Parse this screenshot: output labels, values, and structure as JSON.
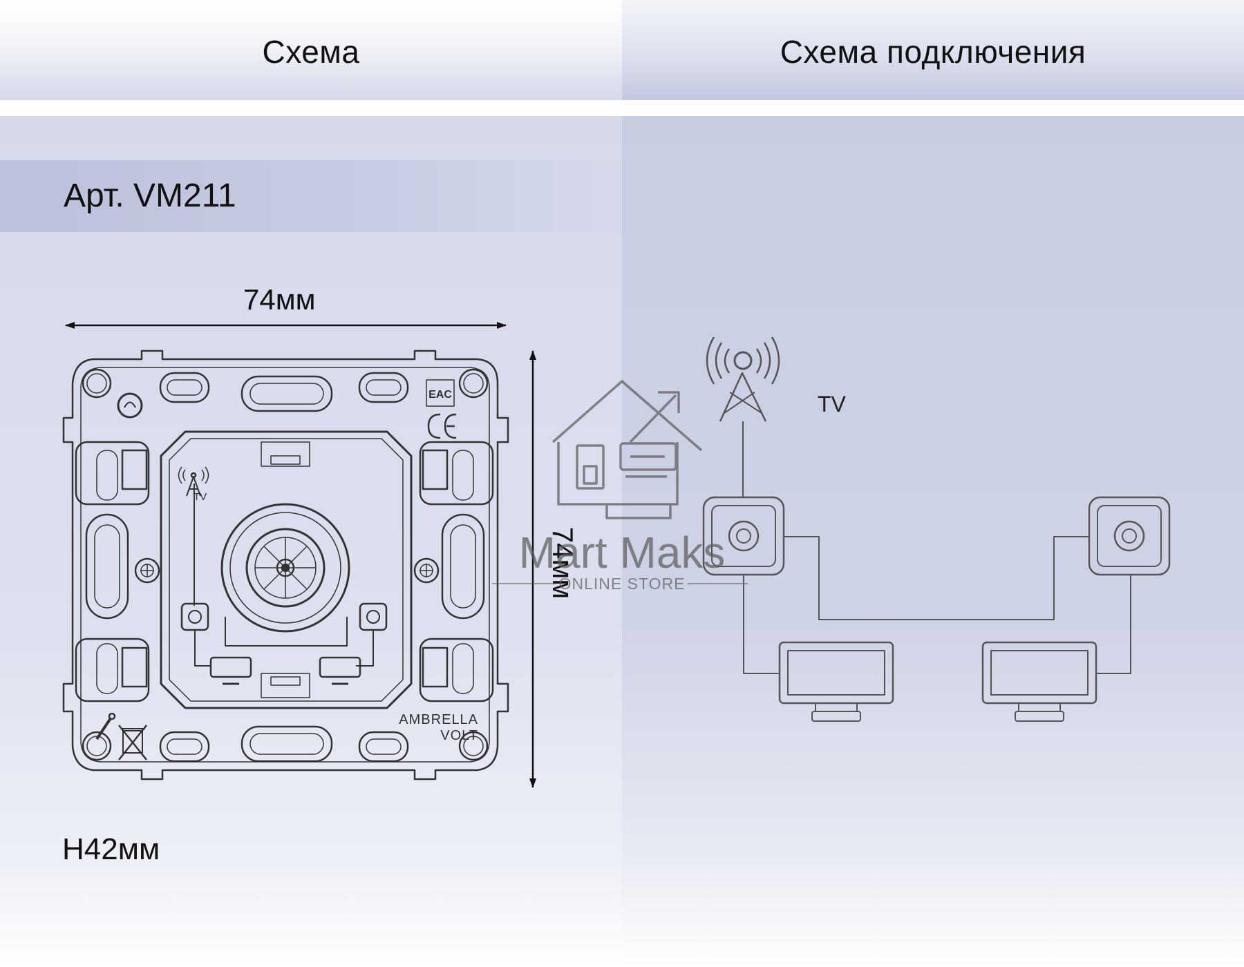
{
  "header": {
    "left_title": "Схема",
    "right_title": "Схема подключения"
  },
  "article": {
    "label": "Арт. VM211"
  },
  "dimensions": {
    "width": "74мм",
    "height": "74мм",
    "depth": "H42мм"
  },
  "device": {
    "brand_line1": "AMBRELLA",
    "brand_line2": "VOLT",
    "icon_tv_label": "TV",
    "cert_mark": "EAC",
    "ce_mark": "CE"
  },
  "connection": {
    "tv_label": "TV"
  },
  "watermark": {
    "name": "Mart Maks",
    "sub": "ONLINE STORE"
  },
  "colors": {
    "line": "#3a3a3a",
    "diagram_line": "#555555"
  }
}
